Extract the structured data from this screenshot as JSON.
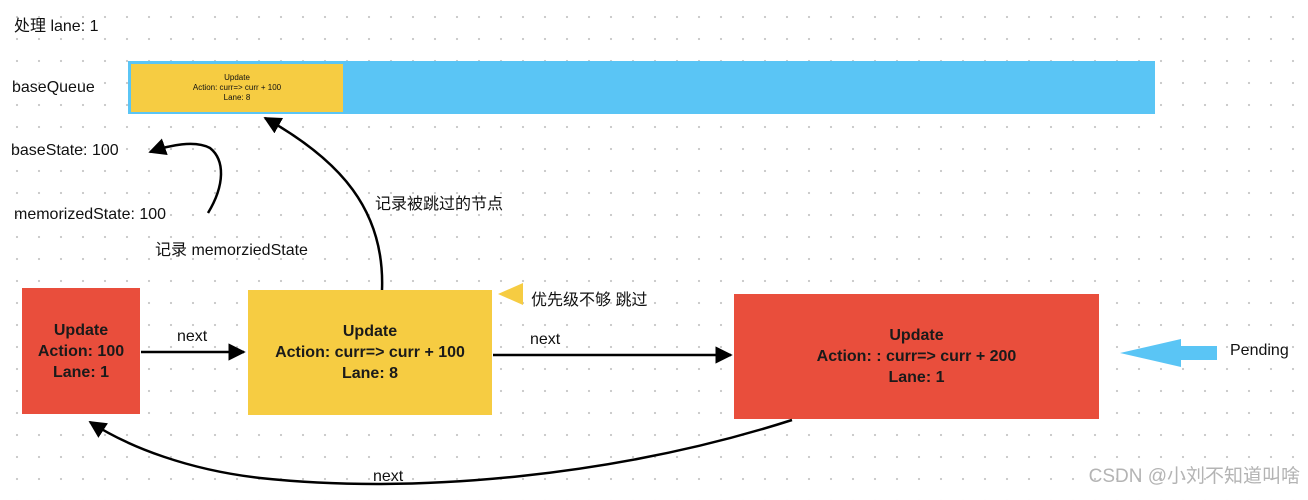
{
  "title": "处理 lane: 1",
  "labels": {
    "base_queue": "baseQueue",
    "base_state": "baseState: 100",
    "memorized_state": "memorizedState: 100",
    "record_memorized": "记录 memorziedState",
    "record_skipped": "记录被跳过的节点",
    "priority_skip": "优先级不够 跳过",
    "pending": "Pending"
  },
  "queue_item": {
    "line1": "Update",
    "line2": "Action: curr=> curr + 100",
    "line3": "Lane: 8"
  },
  "nodes": [
    {
      "line1": "Update",
      "line2": "Action: 100",
      "line3": "Lane: 1",
      "color": "#e94e3c"
    },
    {
      "line1": "Update",
      "line2": "Action: curr=> curr + 100",
      "line3": "Lane: 8",
      "color": "#f6cc42"
    },
    {
      "line1": "Update",
      "line2": "Action: : curr=> curr + 200",
      "line3": "Lane: 1",
      "color": "#e94e3c"
    }
  ],
  "edges": {
    "next_1": "next",
    "next_2": "next",
    "next_back": "next"
  },
  "colors": {
    "queue_bar": "#5ac5f5",
    "pending_arrow": "#5ac5f5",
    "skip_marker": "#f6cc42"
  },
  "watermark": "CSDN @小刘不知道叫啥"
}
